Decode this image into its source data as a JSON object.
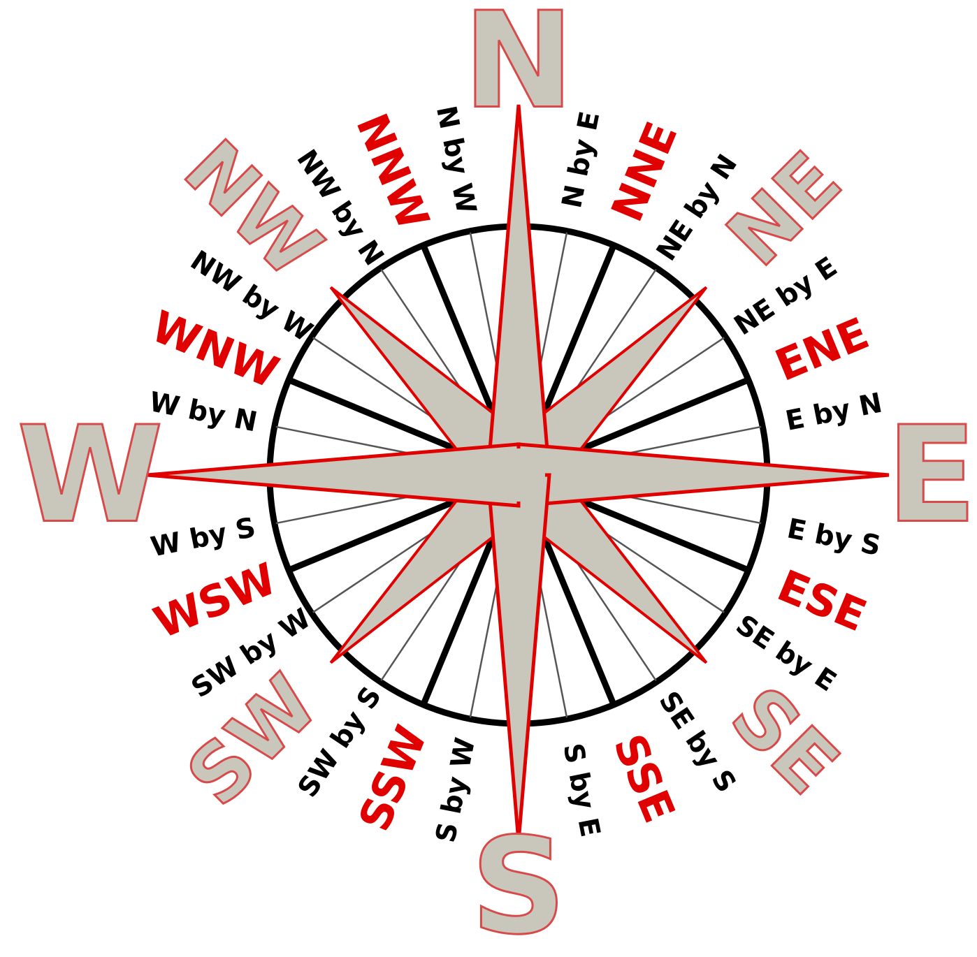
{
  "colors": {
    "star_fill": "#c9c6bc",
    "star_outline": "#e00000",
    "ring": "#000000",
    "cardinal_text": "#c9c6bc",
    "cardinal_outline": "#d84a4a",
    "tertiary_text": "#e00000",
    "by_point_text": "#000000"
  },
  "points": [
    {
      "label": "N",
      "tier": "cardinal"
    },
    {
      "label": "N by E",
      "tier": "by"
    },
    {
      "label": "NNE",
      "tier": "tertiary"
    },
    {
      "label": "NE by N",
      "tier": "by"
    },
    {
      "label": "NE",
      "tier": "intercardinal"
    },
    {
      "label": "NE by E",
      "tier": "by"
    },
    {
      "label": "ENE",
      "tier": "tertiary"
    },
    {
      "label": "E by N",
      "tier": "by"
    },
    {
      "label": "E",
      "tier": "cardinal"
    },
    {
      "label": "E by S",
      "tier": "by"
    },
    {
      "label": "ESE",
      "tier": "tertiary"
    },
    {
      "label": "SE by E",
      "tier": "by"
    },
    {
      "label": "SE",
      "tier": "intercardinal"
    },
    {
      "label": "SE by S",
      "tier": "by"
    },
    {
      "label": "SSE",
      "tier": "tertiary"
    },
    {
      "label": "S by E",
      "tier": "by"
    },
    {
      "label": "S",
      "tier": "cardinal"
    },
    {
      "label": "S by W",
      "tier": "by"
    },
    {
      "label": "SSW",
      "tier": "tertiary"
    },
    {
      "label": "SW by S",
      "tier": "by"
    },
    {
      "label": "SW",
      "tier": "intercardinal"
    },
    {
      "label": "SW by W",
      "tier": "by"
    },
    {
      "label": "WSW",
      "tier": "tertiary"
    },
    {
      "label": "W by S",
      "tier": "by"
    },
    {
      "label": "W",
      "tier": "cardinal"
    },
    {
      "label": "W by N",
      "tier": "by"
    },
    {
      "label": "WNW",
      "tier": "tertiary"
    },
    {
      "label": "NW by W",
      "tier": "by"
    },
    {
      "label": "NW",
      "tier": "intercardinal"
    },
    {
      "label": "NW by N",
      "tier": "by"
    },
    {
      "label": "NNW",
      "tier": "tertiary"
    },
    {
      "label": "N by W",
      "tier": "by"
    }
  ]
}
